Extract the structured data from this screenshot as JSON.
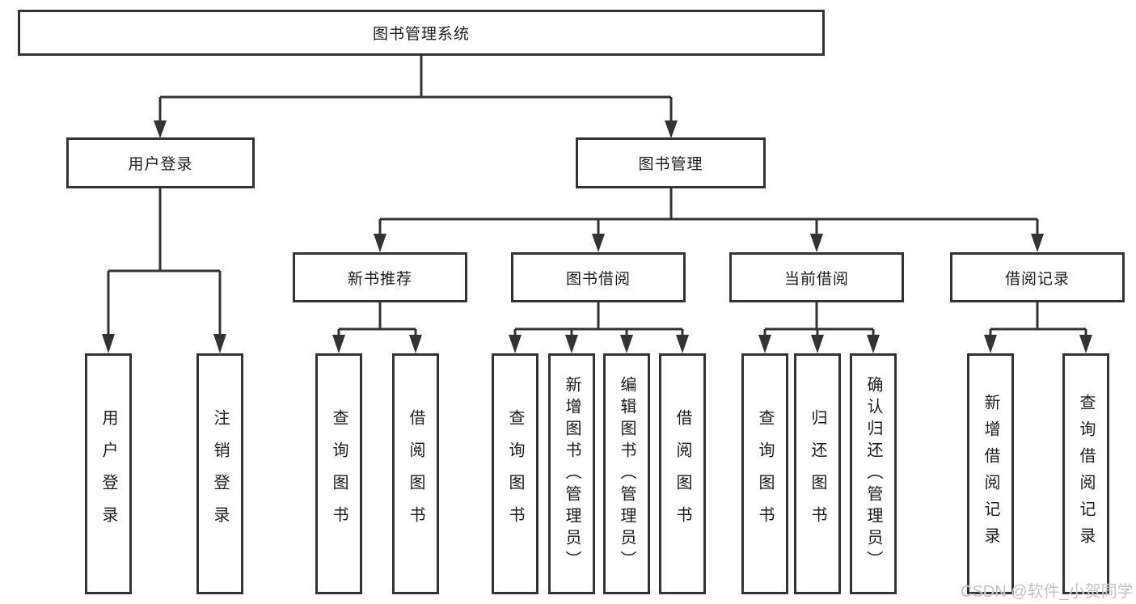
{
  "diagram_type": "hierarchy-tree",
  "tree": {
    "label": "图书管理系统",
    "children": [
      {
        "label": "用户登录",
        "children": [
          {
            "label": "用户登录"
          },
          {
            "label": "注销登录"
          }
        ]
      },
      {
        "label": "图书管理",
        "children": [
          {
            "label": "新书推荐",
            "children": [
              {
                "label": "查询图书"
              },
              {
                "label": "借阅图书"
              }
            ]
          },
          {
            "label": "图书借阅",
            "children": [
              {
                "label": "查询图书"
              },
              {
                "label": "新增图书（管理员）"
              },
              {
                "label": "编辑图书（管理员）"
              },
              {
                "label": "借阅图书"
              }
            ]
          },
          {
            "label": "当前借阅",
            "children": [
              {
                "label": "查询图书"
              },
              {
                "label": "归还图书"
              },
              {
                "label": "确认归还（管理员）"
              }
            ]
          },
          {
            "label": "借阅记录",
            "children": [
              {
                "label": "新增借阅记录"
              },
              {
                "label": "查询借阅记录"
              }
            ]
          }
        ]
      }
    ]
  },
  "watermark": "CSDN @软件_小贺同学",
  "colors": {
    "line": "#333333",
    "box_border": "#333333",
    "text": "#1c1c1c",
    "watermark": "#c3c3c3",
    "background": "#ffffff"
  }
}
